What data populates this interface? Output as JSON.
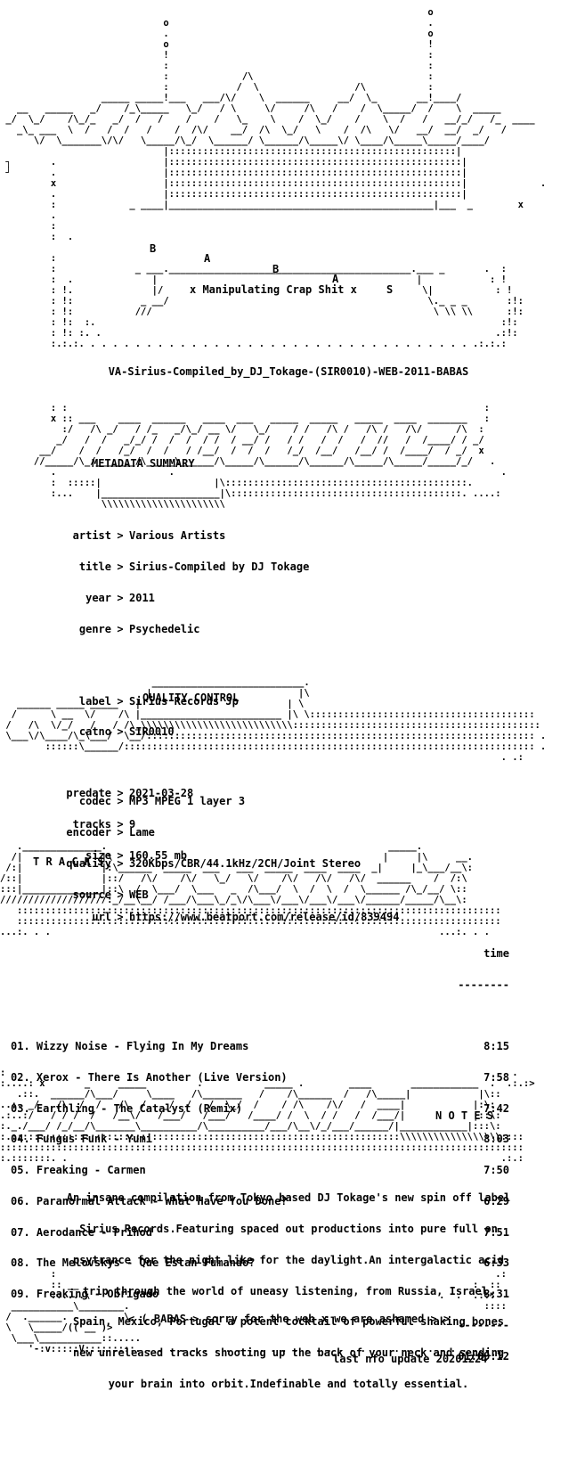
{
  "logo": {
    "letters": [
      "B",
      "A",
      "B",
      "A",
      "S"
    ],
    "tagline": "x Manipulating Crap Shit x"
  },
  "release_name": "VA-Sirius-Compiled_by_DJ_Tokage-(SIR0010)-WEB-2011-BABAS",
  "metadata": {
    "heading": "METADATA SUMMARY",
    "fields": [
      {
        "key": "artist",
        "value": "Various Artists"
      },
      {
        "key": "title",
        "value": "Sirius-Compiled by DJ Tokage"
      },
      {
        "key": "year",
        "value": "2011"
      },
      {
        "key": "genre",
        "value": "Psychedelic"
      },
      {
        "key": "label",
        "value": "Sirius Records Jp"
      },
      {
        "key": "catno",
        "value": "SIR0010"
      },
      {
        "key": "predate",
        "value": "2021-03-28"
      },
      {
        "key": "tracks",
        "value": "9"
      },
      {
        "key": "size",
        "value": "160.55 mb"
      },
      {
        "key": "url",
        "value": "https://www.beatport.com/release/id/839494"
      }
    ]
  },
  "quality": {
    "heading": "QUALITY CONTROL",
    "fields": [
      {
        "key": "codec",
        "value": "MP3 MPEG 1 layer 3"
      },
      {
        "key": "encoder",
        "value": "Lame"
      },
      {
        "key": "quality",
        "value": "320Kbps/CBR/44.1kHz/2CH/Joint Stereo"
      },
      {
        "key": "source",
        "value": "WEB"
      }
    ]
  },
  "tracks": {
    "heading": "T R A C K S",
    "time_header": "time",
    "items": [
      {
        "name": "01. Wizzy Noise - Flying In My Dreams",
        "time": "8:15"
      },
      {
        "name": "02. Xerox - There Is Another (Live Version)",
        "time": "7:58"
      },
      {
        "name": "03. Earthling - The Catalyst (Remix)",
        "time": "7:42"
      },
      {
        "name": "04. Fungus Funk - Yumi",
        "time": "8:03"
      },
      {
        "name": "05. Freaking - Carmen",
        "time": "7:50"
      },
      {
        "name": "06. Paranormal Attack - What Have You Done?",
        "time": "6:29"
      },
      {
        "name": "07. Aerodance - Prihod",
        "time": "7:51"
      },
      {
        "name": "08. The Melovskys - Que Estan Fumando?",
        "time": "6:33"
      },
      {
        "name": "09. Freaking - Obrigado",
        "time": "8:31"
      }
    ],
    "total": "01:09:12"
  },
  "notes": {
    "heading": "N O T E S",
    "lines": [
      "An insane compilation from Tokyo based DJ Tokage's new spin off label",
      "Sirius Records.Featuring spaced out productions into pure full on",
      "psytrance for the night like for the daylight.An intergalactic acid",
      "trip through the world of uneasy listening, from Russia, Israel,",
      "Spain, Mexico, Portugal a potent cocktail of powerful shaking bones",
      "new unreleased tracks shooting up the back of your neck and sending",
      "your brain into orbit.Indefinable and totally essential."
    ]
  },
  "footer": {
    "message": "< ( BABAS > sorry for the web x we are ashamed > >",
    "update": "last nfo update 20201224"
  }
}
